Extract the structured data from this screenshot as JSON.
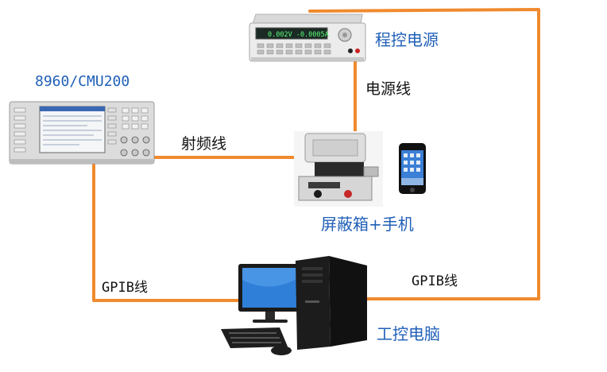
{
  "labels": {
    "power_supply": "程控电源",
    "tester": "8960/CMU200",
    "power_cable": "电源线",
    "rf_cable": "射频线",
    "shield_box": "屏蔽箱+手机",
    "gpib_left": "GPIB线",
    "gpib_right": "GPIB线",
    "computer": "工控电脑"
  },
  "power_supply_display": "0.002V -0.0005A",
  "colors": {
    "cable": "#f08a2e",
    "label_blue": "#1f5fb8",
    "label_black": "#111111"
  },
  "icons": [
    "power-supply-icon",
    "signal-tester-icon",
    "shield-box-icon",
    "mobile-phone-icon",
    "desktop-computer-icon"
  ]
}
